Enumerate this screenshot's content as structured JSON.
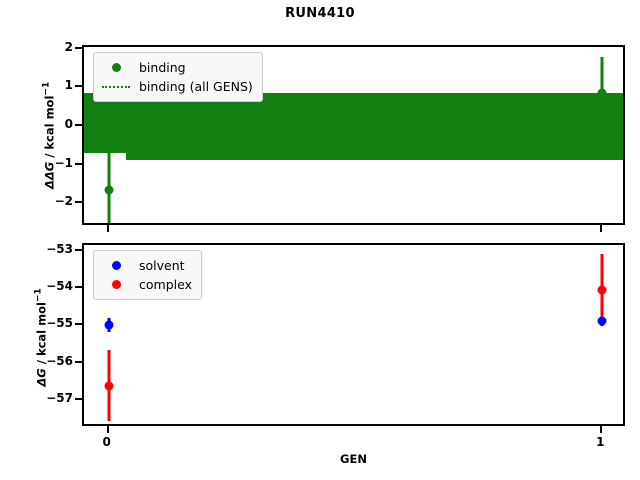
{
  "figure": {
    "title": "RUN4410",
    "xlabel": "GEN",
    "colors": {
      "binding": "#118011",
      "solvent": "#0000ff",
      "complex": "#ff0000",
      "axis": "#000000",
      "legend_face": "#f8f8f8",
      "legend_edge": "#cccccc"
    }
  },
  "panels": {
    "top": {
      "ylabel_prefix": "ΔΔG",
      "ylabel_suffix": " / kcal mol",
      "ylabel_exp": "−1",
      "yticks": [
        "2",
        "1",
        "0",
        "−1",
        "−2"
      ],
      "legend": [
        {
          "label": "binding",
          "key": "marker",
          "color": "#118011"
        },
        {
          "label": "binding (all GENS)",
          "key": "dotted-line",
          "color": "#118011"
        }
      ]
    },
    "bottom": {
      "ylabel_prefix": "ΔG",
      "ylabel_suffix": " / kcal mol",
      "ylabel_exp": "−1",
      "yticks": [
        "−53",
        "−54",
        "−55",
        "−56",
        "−57"
      ],
      "legend": [
        {
          "label": "solvent",
          "key": "marker",
          "color": "#0000ff"
        },
        {
          "label": "complex",
          "key": "marker",
          "color": "#ff0000"
        }
      ]
    }
  },
  "xticks": [
    "0",
    "1"
  ],
  "chart_data": [
    {
      "type": "scatter",
      "id": "top-panel-ddg",
      "title": "RUN4410",
      "xlabel": "GEN",
      "ylabel": "ΔΔG / kcal mol⁻¹",
      "x": [
        0,
        1
      ],
      "xlim": [
        -0.05,
        1.05
      ],
      "ylim": [
        -2.62,
        2.05
      ],
      "yticks": [
        2,
        1,
        0,
        -1,
        -2
      ],
      "grid": false,
      "legend_position": "upper left",
      "series": [
        {
          "name": "binding",
          "color": "#118011",
          "values": [
            -1.66,
            0.85
          ],
          "yerr": [
            0.95,
            0.95
          ],
          "marker": "o"
        },
        {
          "name": "binding (all GENS)",
          "color": "#118011",
          "style": "dotted-line-with-band",
          "mean": 0.0,
          "band_low": -0.88,
          "band_high": 0.85,
          "band_low_at_gen0": -0.7,
          "spans_full_x": true
        }
      ]
    },
    {
      "type": "scatter",
      "id": "bottom-panel-dg",
      "xlabel": "GEN",
      "ylabel": "ΔG / kcal mol⁻¹",
      "x": [
        0,
        1
      ],
      "xlim": [
        -0.05,
        1.05
      ],
      "ylim": [
        -57.75,
        -52.85
      ],
      "yticks": [
        -53,
        -54,
        -55,
        -56,
        -57
      ],
      "grid": false,
      "legend_position": "upper left",
      "series": [
        {
          "name": "solvent",
          "color": "#0000ff",
          "values": [
            -54.99,
            -54.89
          ],
          "yerr": [
            0.18,
            0.12
          ],
          "marker": "o"
        },
        {
          "name": "complex",
          "color": "#ff0000",
          "values": [
            -56.62,
            -54.05
          ],
          "yerr": [
            0.95,
            0.96
          ],
          "marker": "o"
        }
      ]
    }
  ]
}
